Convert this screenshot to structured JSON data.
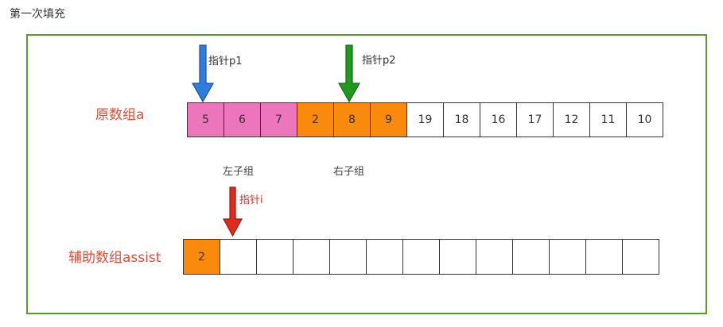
{
  "title": "第一次填充",
  "original_array": {
    "label": "原数组a",
    "cells": [
      {
        "value": "5",
        "color": "#ec76bb"
      },
      {
        "value": "6",
        "color": "#ec76bb"
      },
      {
        "value": "7",
        "color": "#ec76bb"
      },
      {
        "value": "2",
        "color": "#f98a0c"
      },
      {
        "value": "8",
        "color": "#f98a0c"
      },
      {
        "value": "9",
        "color": "#f98a0c"
      },
      {
        "value": "19",
        "color": "#ffffff"
      },
      {
        "value": "18",
        "color": "#ffffff"
      },
      {
        "value": "16",
        "color": "#ffffff"
      },
      {
        "value": "17",
        "color": "#ffffff"
      },
      {
        "value": "12",
        "color": "#ffffff"
      },
      {
        "value": "11",
        "color": "#ffffff"
      },
      {
        "value": "10",
        "color": "#ffffff"
      }
    ]
  },
  "assist_array": {
    "label": "辅助数组assist",
    "cells": [
      {
        "value": "2",
        "color": "#f98a0c"
      },
      {
        "value": "",
        "color": "#ffffff"
      },
      {
        "value": "",
        "color": "#ffffff"
      },
      {
        "value": "",
        "color": "#ffffff"
      },
      {
        "value": "",
        "color": "#ffffff"
      },
      {
        "value": "",
        "color": "#ffffff"
      },
      {
        "value": "",
        "color": "#ffffff"
      },
      {
        "value": "",
        "color": "#ffffff"
      },
      {
        "value": "",
        "color": "#ffffff"
      },
      {
        "value": "",
        "color": "#ffffff"
      },
      {
        "value": "",
        "color": "#ffffff"
      },
      {
        "value": "",
        "color": "#ffffff"
      },
      {
        "value": "",
        "color": "#ffffff"
      }
    ]
  },
  "groups": {
    "left": "左子组",
    "right": "右子组"
  },
  "pointers": {
    "p1": {
      "label": "指针p1",
      "color": "#2e7de0"
    },
    "p2": {
      "label": "指针p2",
      "color": "#1e9a1e"
    },
    "i": {
      "label": "指针i",
      "color": "#e02a1c"
    }
  },
  "colors": {
    "frame": "#5b9a2c",
    "left_group": "#ec76bb",
    "right_group": "#f98a0c",
    "row_label": "#ea4a33"
  }
}
